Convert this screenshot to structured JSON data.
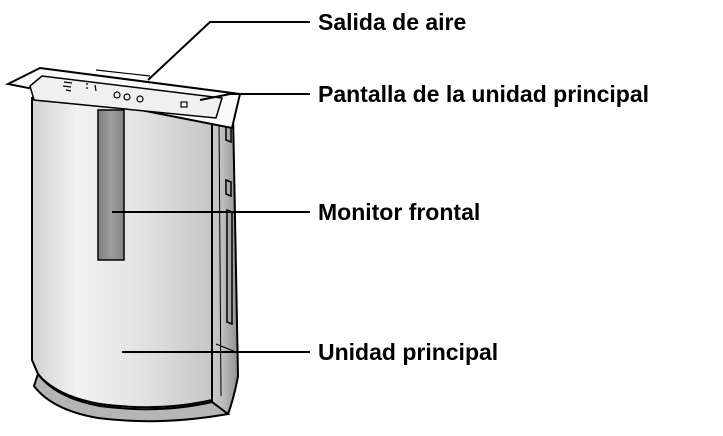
{
  "labels": {
    "air_outlet": "Salida de aire",
    "main_display": "Pantalla de la unidad principal",
    "front_monitor": "Monitor frontal",
    "main_unit": "Unidad principal"
  },
  "colors": {
    "body_light": "#eeeeee",
    "body_mid": "#c9c9c9",
    "body_dark": "#9a9a9a",
    "monitor_strip": "#8c8c8c",
    "top_panel": "#f6f6f6",
    "outline": "#000000",
    "leader_line": "#000000"
  }
}
